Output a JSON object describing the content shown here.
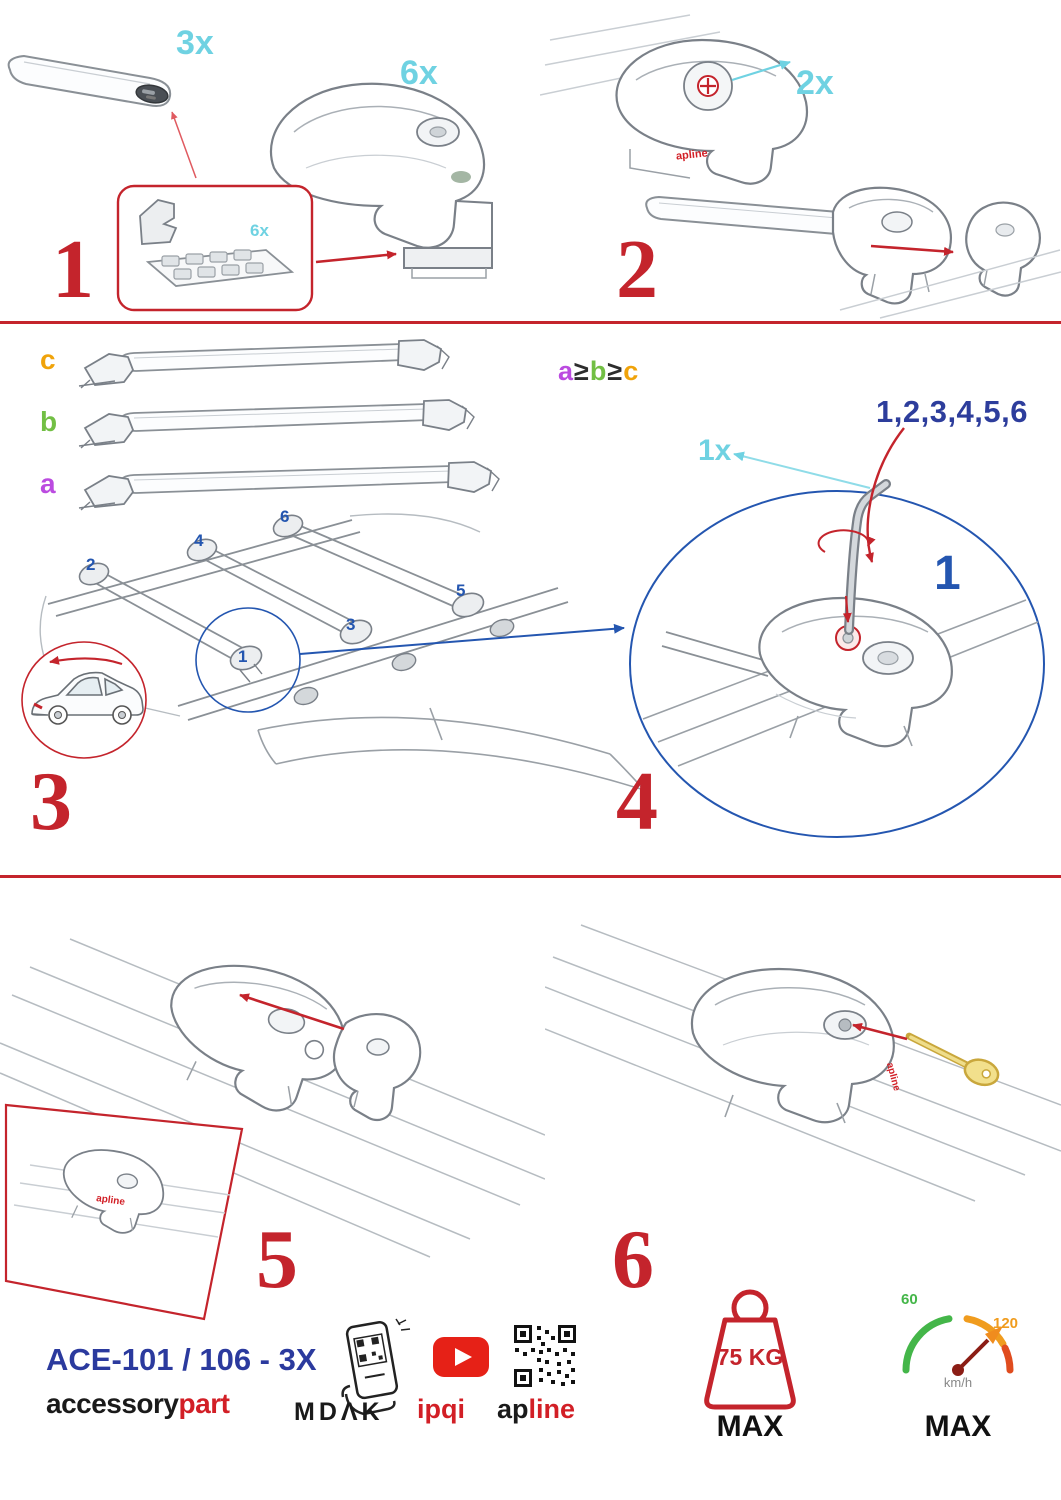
{
  "colors": {
    "accent_red": "#c4242c",
    "label_cyan": "#6fd2e2",
    "number_blue": "#2456b0",
    "sequence_indigo": "#2d3d9c",
    "logo_red": "#d21f26"
  },
  "step1": {
    "number": "1",
    "qty_bar": "3x",
    "qty_clamp": "6x",
    "qty_pads": "6x"
  },
  "step2": {
    "number": "2",
    "qty_keys": "2x",
    "logo": "apline"
  },
  "step3": {
    "number": "3",
    "bar_labels": [
      {
        "t": "c",
        "c": "#f0a30a"
      },
      {
        "t": "b",
        "c": "#72bf44"
      },
      {
        "t": "a",
        "c": "#bb4be0"
      }
    ],
    "formula": [
      {
        "t": "a",
        "c": "#bb4be0"
      },
      {
        "t": "≥",
        "c": "#2d2d2d"
      },
      {
        "t": "b",
        "c": "#72bf44"
      },
      {
        "t": "≥",
        "c": "#2d2d2d"
      },
      {
        "t": "c",
        "c": "#f0a30a"
      }
    ],
    "positions": [
      "1",
      "2",
      "3",
      "4",
      "5",
      "6"
    ]
  },
  "step4": {
    "number": "4",
    "sequence": "1,2,3,4,5,6",
    "qty_tool": "1x",
    "highlight": "1"
  },
  "step5": {
    "number": "5",
    "logo": "apline"
  },
  "step6": {
    "number": "6",
    "logo": "apline"
  },
  "footer": {
    "model": "ACE-101 / 106 - 3X",
    "brand": {
      "black": "accessory",
      "red": "part"
    },
    "mdak": "MDΛK",
    "ipqi": "ipqi",
    "apline": {
      "black": "ap",
      "red": "line"
    },
    "weight": {
      "value": "75 KG",
      "max": "MAX"
    },
    "speed": {
      "low": "60",
      "high": "120",
      "unit": "km/h",
      "max": "MAX"
    }
  },
  "icons": {
    "phone": "phone-qr-scan-icon",
    "youtube": "youtube-icon",
    "qr": "qr-code-icon",
    "weight": "max-load-icon",
    "speed": "max-speed-icon"
  }
}
